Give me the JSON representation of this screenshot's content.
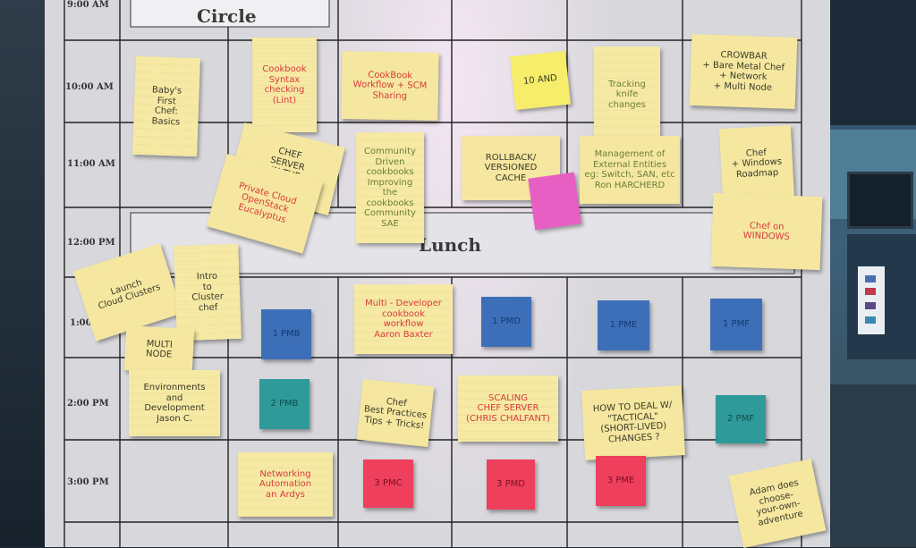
{
  "board": {
    "banner_top": "Circle",
    "lunch_label": "Lunch",
    "times": [
      "9:00 AM",
      "10:00 AM",
      "11:00 AM",
      "12:00 PM",
      "1:00",
      "2:00 PM",
      "3:00 PM"
    ]
  },
  "notes": {
    "babys_first_chef": "Baby's\nFirst\nChef:\nBasics",
    "cookbook_syntax": "Cookbook\nSyntax\nchecking\n(Lint)",
    "cookbook_workflow": "CookBook\nWorkflow + SCM\nSharing",
    "tenand": "10 AND",
    "tracking_knife": "Tracking\nknife\nchanges",
    "crowbar": "CROWBAR\n+ Bare Metal Chef\n+ Network\n+ Multi Node",
    "chef_server_cloud": "CHEF\nSERVER\nIN THE\nCLOUD",
    "private_cloud": "Private Cloud\nOpenStack\nEucalyptus",
    "community_cookbooks": "Community\nDriven\ncookbooks\nImproving\nthe cookbooks\nCommunity\nSAE",
    "rollback": "ROLLBACK/\nVERSIONED\nCACHE",
    "external_entities": "Management of\nExternal Entities\neg: Switch, SAN, etc\nRon HARCHERD",
    "chef_windows_roadmap": "Chef\n+ Windows\nRoadmap",
    "chef_on_windows": "Chef on\nWINDOWS",
    "launch_cloud_clusters": "Launch\nCloud Clusters",
    "intro_cluster_chef": "Intro\nto\nCluster\nchef",
    "multi_node": "MULTI\nNODE",
    "environments": "Environments\nand\nDevelopment\nJason C.",
    "multi_dev_workflow": "Multi - Developer\ncookbook\nworkflow\nAaron Baxter",
    "pm_1b": "1 PMB",
    "pm_1d": "1 PMD",
    "pm_1e": "1 PME",
    "pm_1f": "1 PMF",
    "pm_2b": "2 PMB",
    "best_practices": "Chef\nBest Practices\nTips + Tricks!",
    "scaling_chef": "SCALING\nCHEF SERVER\n(CHRIS CHALFANT)",
    "tactical_changes": "HOW TO DEAL W/\n\"TACTICAL\"\n(SHORT-LIVED)\nCHANGES ?",
    "pm_2f": "2 PMF",
    "networking": "Networking\nAutomation\nan Ardys",
    "pm_3c": "3 PMC",
    "pm_3d": "3 PMD",
    "pm_3e": "3 PME",
    "adam_choose": "Adam does\nchoose-\nyour-own-\nadventure"
  },
  "colors": {
    "sticky_yellow": "#f5e7a0",
    "sticky_blue": "#3d6fb8",
    "sticky_teal": "#2f9a9a",
    "sticky_red": "#ee3f5c",
    "sticky_pink": "#e85fc4"
  }
}
